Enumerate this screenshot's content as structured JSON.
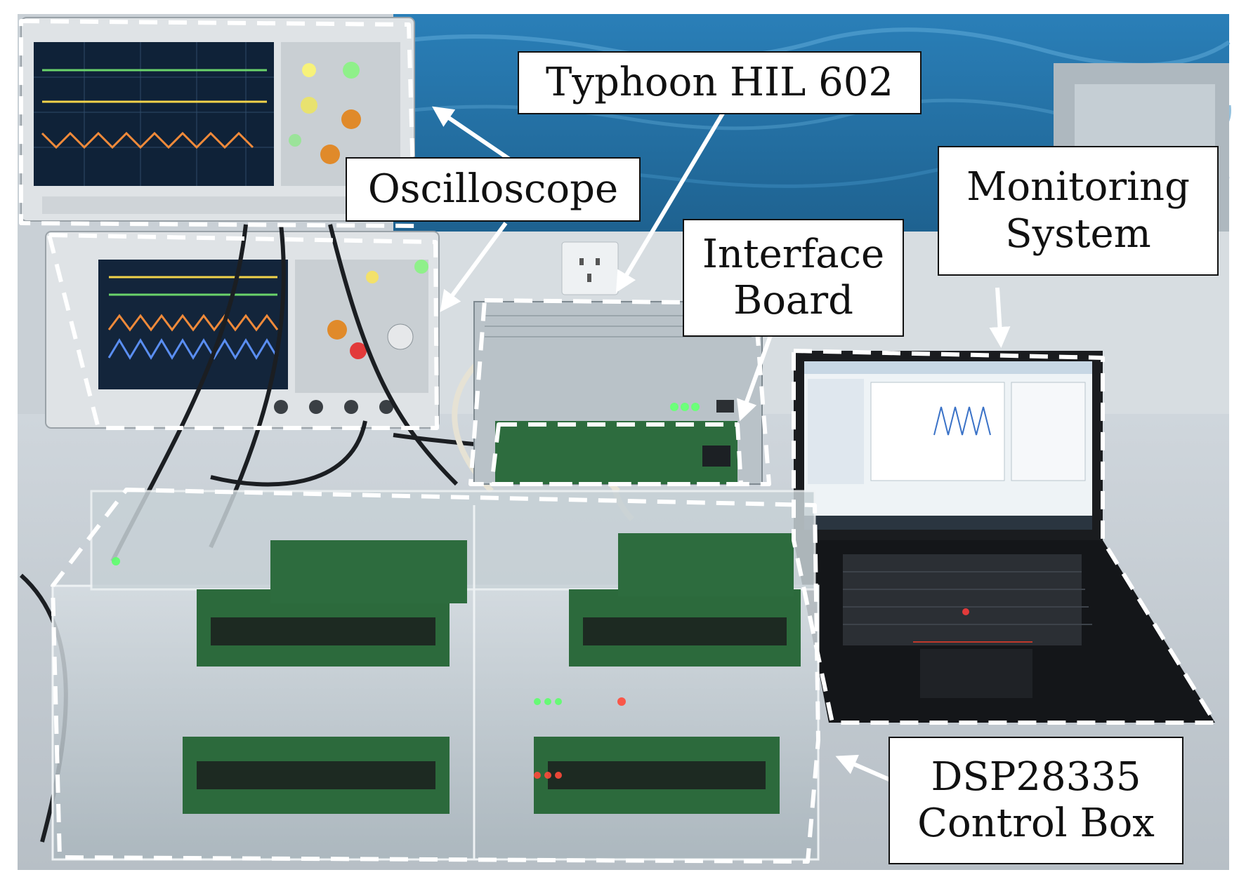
{
  "labels": {
    "typhoon": "Typhoon HIL 602",
    "oscilloscope": "Oscilloscope",
    "monitoring": [
      "Monitoring",
      "System"
    ],
    "interface": [
      "Interface",
      "Board"
    ],
    "dsp": [
      "DSP28335",
      "Control Box"
    ]
  },
  "colors": {
    "label_background": "#ffffff",
    "dashed_outline": "#ffffff",
    "arrow": "#ffffff",
    "backdrop_blue": "#2f7fb4",
    "pcb_green": "#1f6b3a"
  },
  "icons": {
    "oscilloscope": "oscilloscope-icon",
    "laptop": "laptop-icon",
    "hil_unit": "hil-device-icon",
    "control_box": "control-box-icon"
  }
}
